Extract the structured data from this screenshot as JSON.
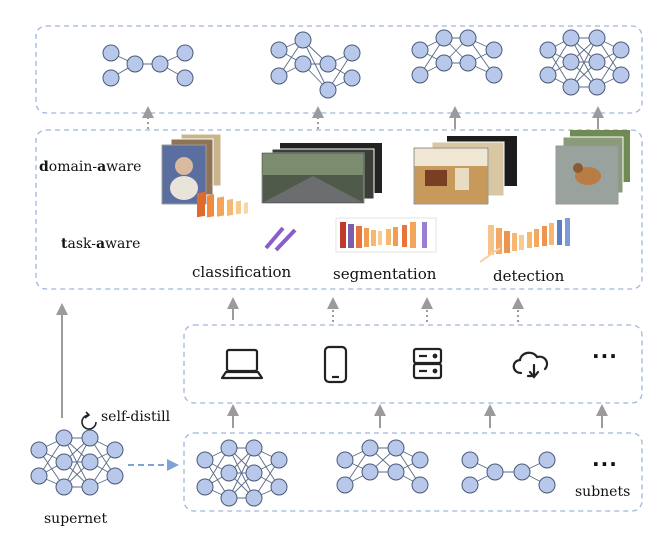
{
  "rows": {
    "domain_label_prefix_1": "d",
    "domain_label_rest_1": "omain-",
    "domain_label_prefix_2": "a",
    "domain_label_rest_2": "ware",
    "task_label_prefix": "t",
    "task_label_rest_1": "ask-",
    "task_label_prefix_2": "a",
    "task_label_rest_2": "ware"
  },
  "tasks": [
    "classification",
    "segmentation",
    "detection"
  ],
  "devices": {
    "items": [
      "laptop-icon",
      "phone-icon",
      "server-icon",
      "cloud-sync-icon"
    ],
    "more": "···"
  },
  "supernet": {
    "label": "supernet",
    "self_distill_label": "self-distill"
  },
  "subnets": {
    "label": "subnets",
    "more": "···"
  },
  "colors": {
    "node_fill": "#b7c8ea",
    "node_stroke": "#4a5a78",
    "edge": "#5b6b86",
    "box_border": "#9fb6dc",
    "arrow": "#9b9b9b",
    "dashed_arrow": "#7fa2d6"
  }
}
